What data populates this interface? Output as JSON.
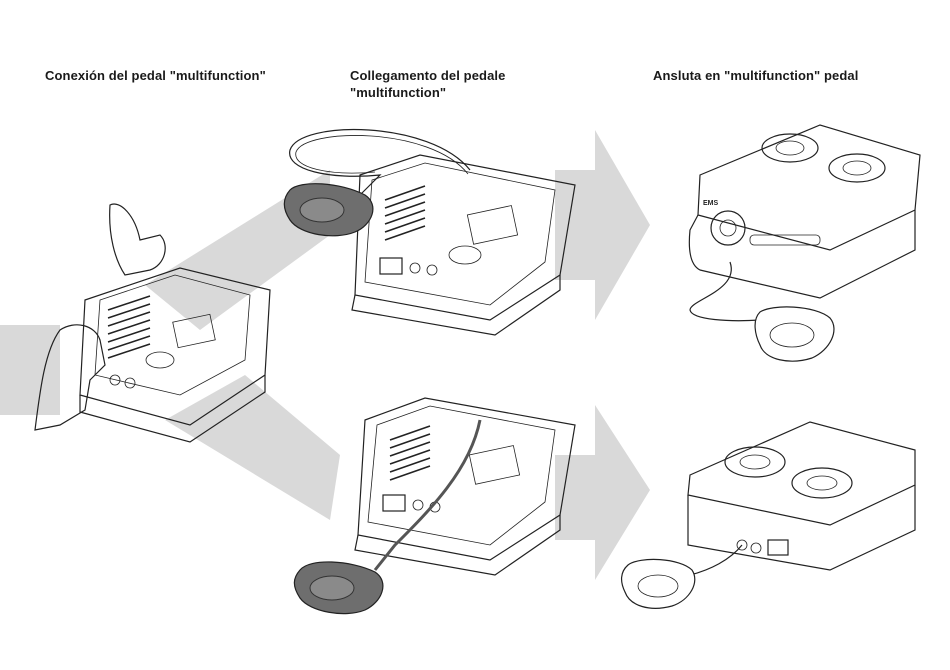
{
  "captions": {
    "spanish": "Conexión del pedal \"multifunction\"",
    "italian": "Collegamento del pedale \"multifunction\"",
    "swedish": "Ansluta en \"multifunction\" pedal"
  },
  "colors": {
    "arrow_gray": "#d9d9d9",
    "device_outline": "#222222",
    "device_fill": "#ffffff",
    "pedal_fill": "#6e6e6e"
  },
  "device_brand": "EMS"
}
